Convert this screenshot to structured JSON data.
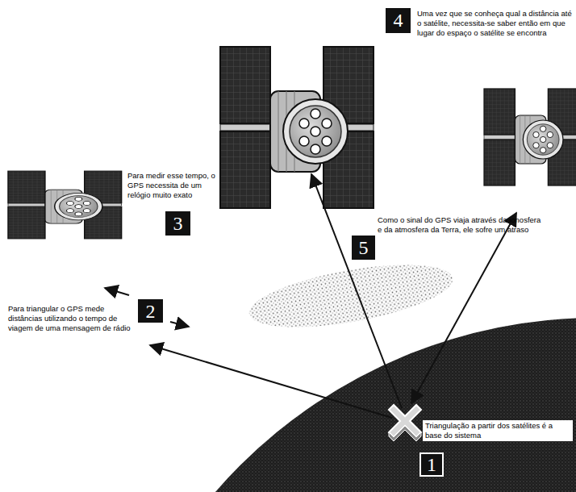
{
  "diagram": {
    "labels": [
      "4",
      "Uma vez que se conheça qual a distância até o satélite, necessita-se saber então em que lugar do espaço o satélite se encontra",
      "Para medir esse tempo, o GPS necessita de um relógio muito exato",
      "3",
      "Como o sinal do GPS viaja através da ionosfera e da atmosfera da Terra, ele sofre um atraso",
      "5",
      "Para triangular o GPS mede distâncias utilizando o tempo de viagem de uma mensagem de rádio",
      "2",
      "Triangulação a partir dos satélites é a base do sistema",
      "1"
    ]
  }
}
